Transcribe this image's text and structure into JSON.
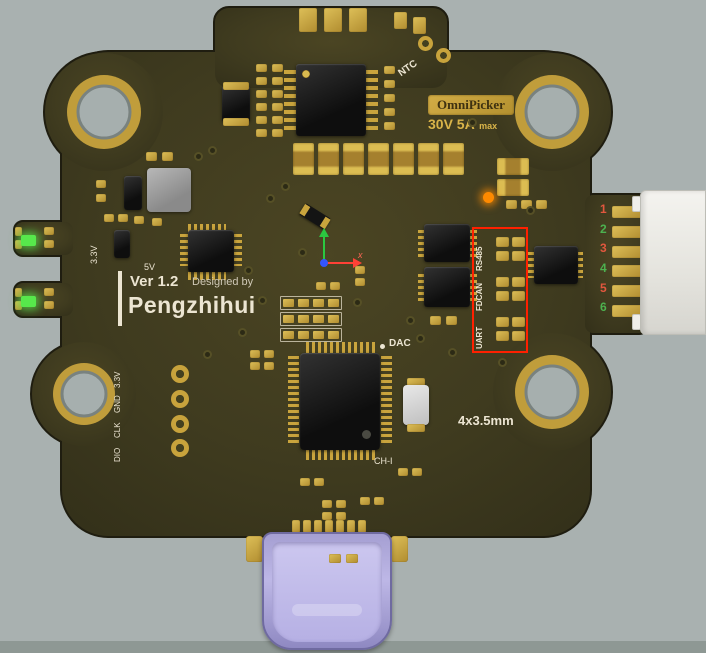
{
  "silkscreen": {
    "badge": "OmniPicker",
    "rating": "30V 5A",
    "rating_max": "max",
    "ntc": "NTC",
    "version": "Ver 1.2",
    "designed_by": "Designed by",
    "author": "Pengzhihui",
    "v33": "3.3V",
    "v5": "5V",
    "dac": "DAC",
    "ch1": "CH-I",
    "mounting": "4x3.5mm"
  },
  "interfaces": {
    "bus_labels": [
      "RS485",
      "FDCAN",
      "UART"
    ],
    "debug_labels": [
      "3.3V",
      "GND",
      "CLK",
      "DIO"
    ],
    "pin_numbers": [
      "1",
      "2",
      "3",
      "4",
      "5",
      "6"
    ]
  },
  "annotations": {
    "origin_axis_x": "x",
    "highlight_box_color": "#ff2000"
  },
  "colors": {
    "background": "#a9b1b0",
    "board": "#3f3b1f",
    "pad_gold": "#c8a33c",
    "silkscreen": "#ece5d2",
    "led_green": "#57e84b",
    "led_orange": "#ff8a00",
    "usb_shell": "#b1abdd",
    "connector_body": "#efeeea",
    "pin_number_red": "#e2573e",
    "pin_number_green": "#4db14f"
  }
}
